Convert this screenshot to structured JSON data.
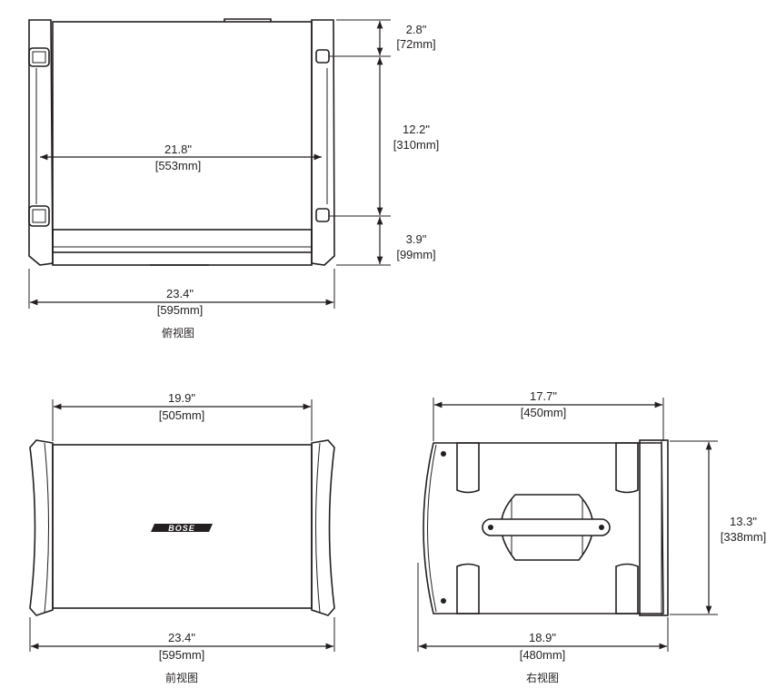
{
  "top_view": {
    "caption": "俯视图",
    "inner_width": {
      "in": "21.8\"",
      "mm": "[553mm]"
    },
    "overall_width": {
      "in": "23.4\"",
      "mm": "[595mm]"
    },
    "depth_top": {
      "in": "2.8\"",
      "mm": "[72mm]"
    },
    "depth_middle": {
      "in": "12.2\"",
      "mm": "[310mm]"
    },
    "depth_bottom": {
      "in": "3.9\"",
      "mm": "[99mm]"
    }
  },
  "front_view": {
    "caption": "前视图",
    "grille_width": {
      "in": "19.9\"",
      "mm": "[505mm]"
    },
    "overall_width": {
      "in": "23.4\"",
      "mm": "[595mm]"
    },
    "logo": "BOSE"
  },
  "side_view": {
    "caption": "右视图",
    "top_depth": {
      "in": "17.7\"",
      "mm": "[450mm]"
    },
    "height": {
      "in": "13.3\"",
      "mm": "[338mm]"
    },
    "bottom_depth": {
      "in": "18.9\"",
      "mm": "[480mm]"
    }
  }
}
